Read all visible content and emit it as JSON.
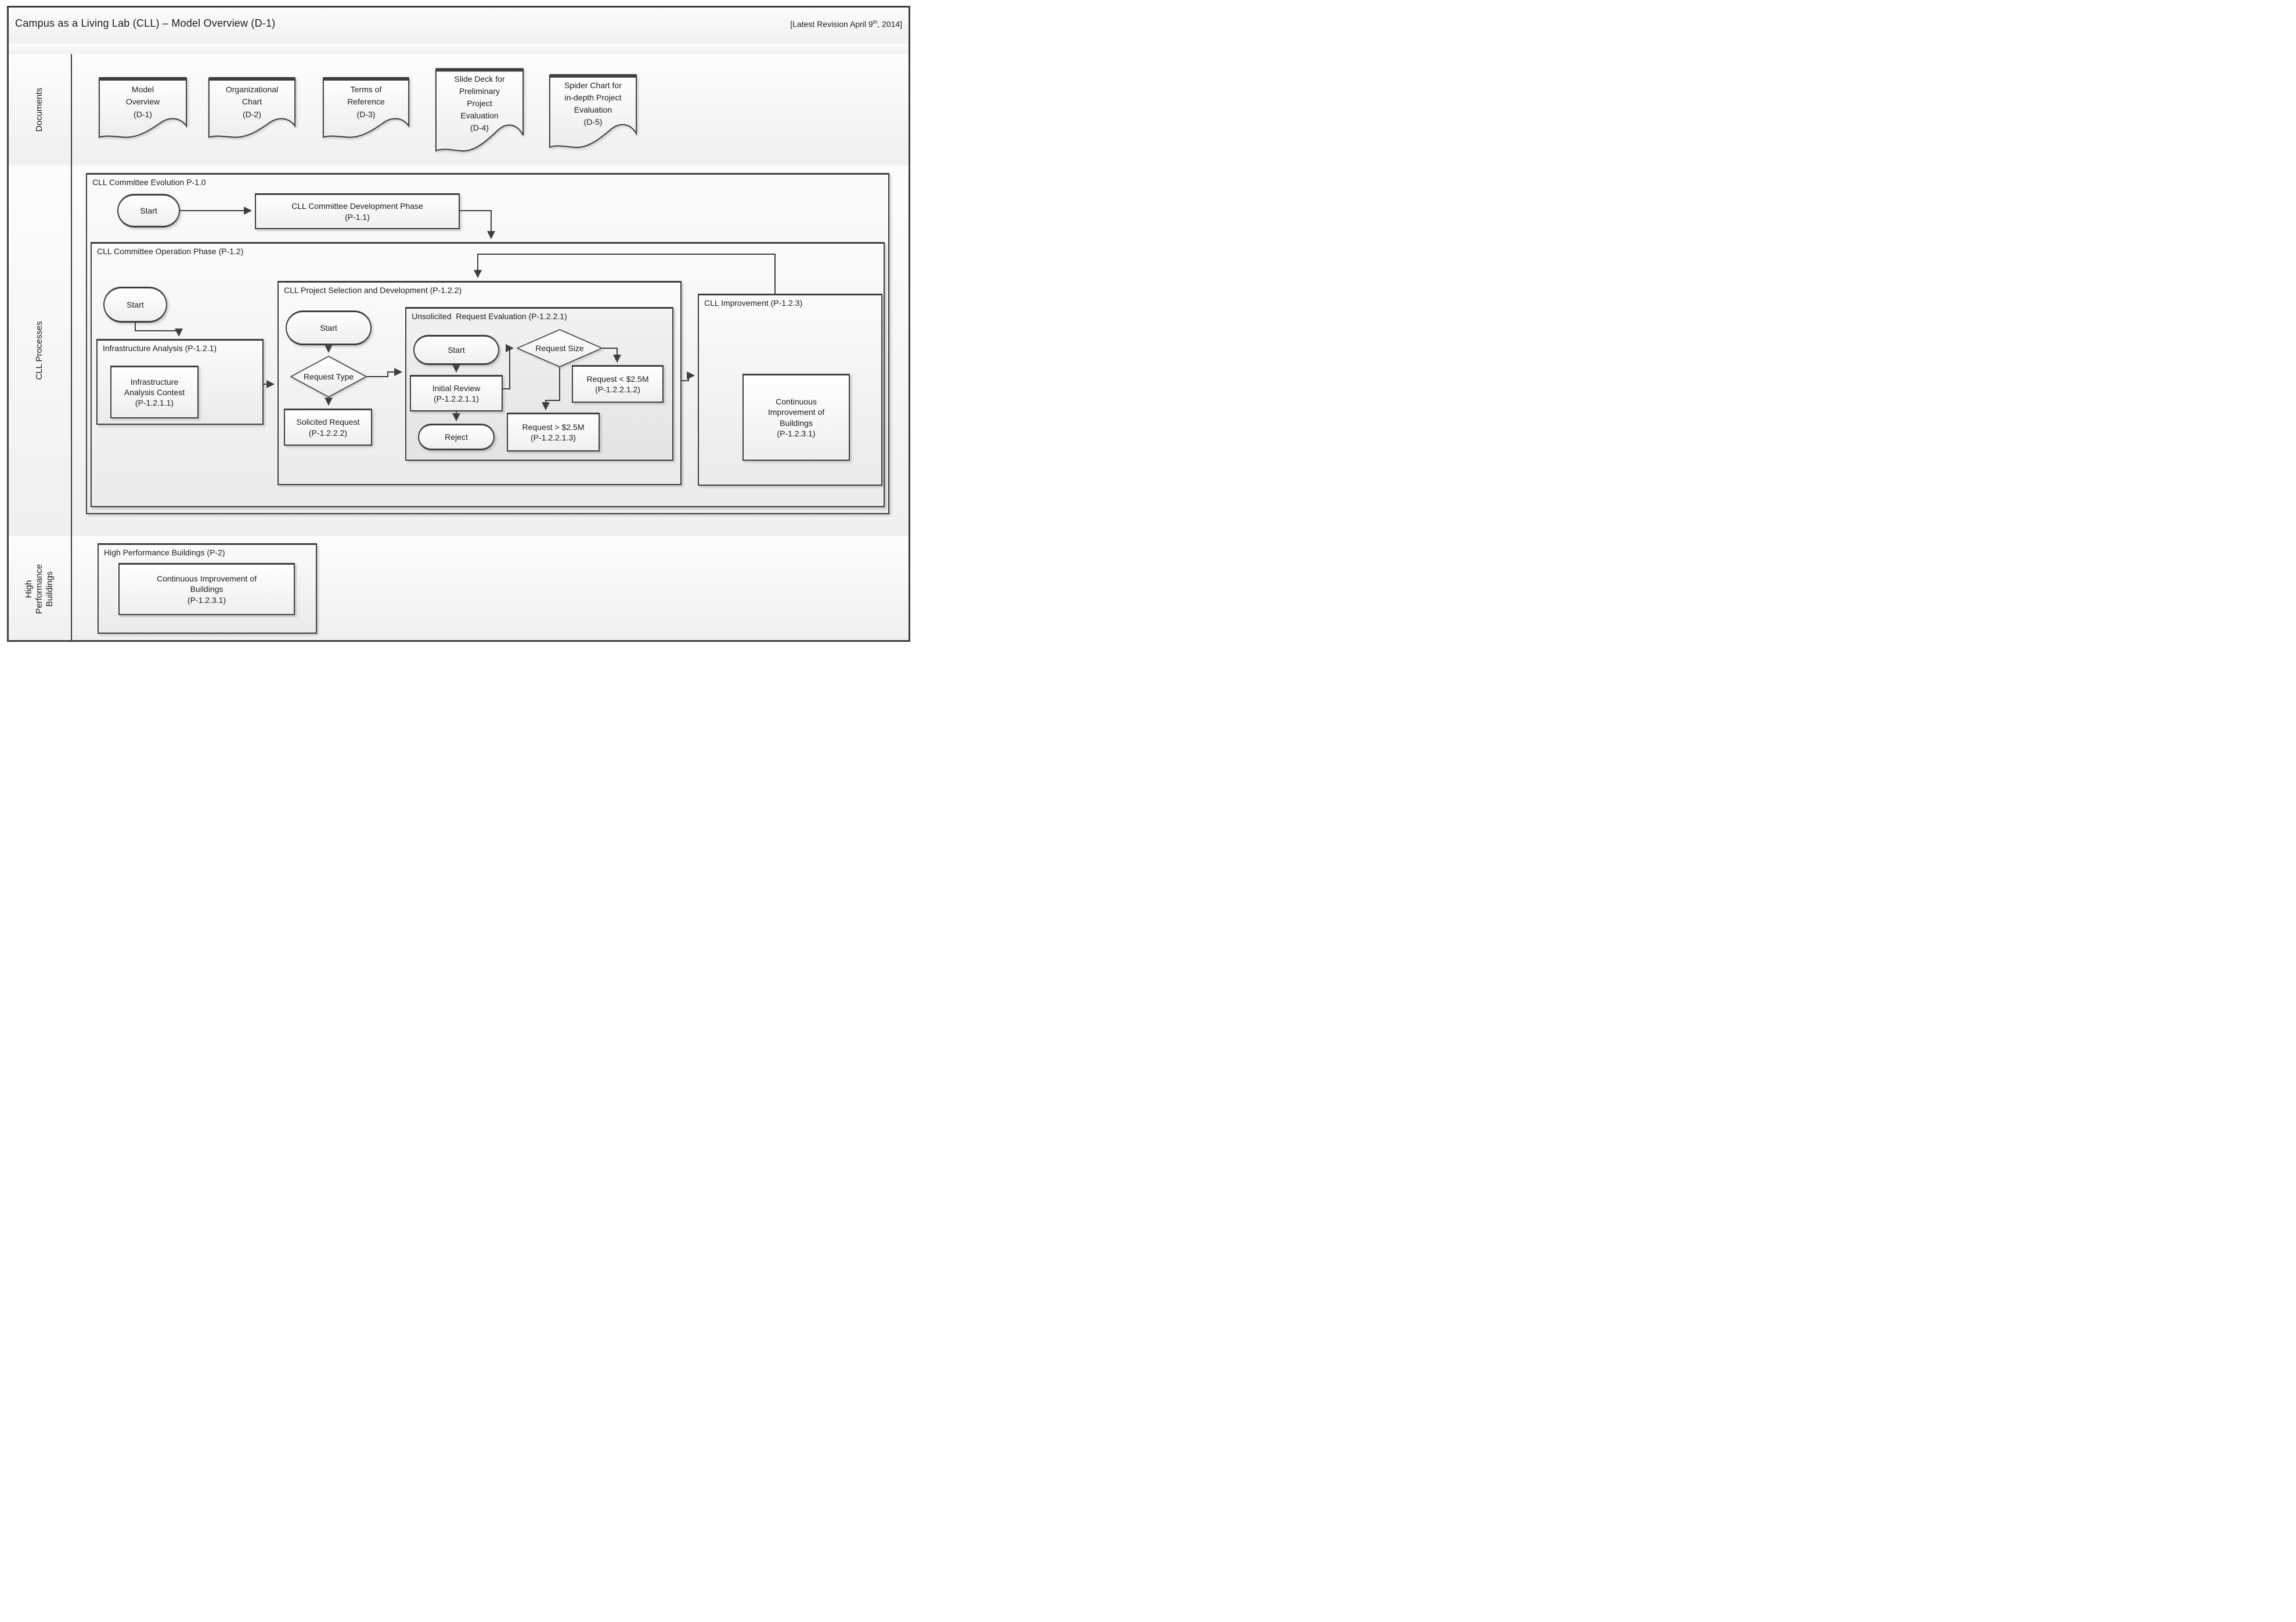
{
  "header": {
    "title": "Campus as a Living Lab (CLL) – Model Overview (D-1)",
    "revision_prefix": "[Latest Revision April 9",
    "revision_sup": "th",
    "revision_suffix": ", 2014]"
  },
  "sidebar": {
    "rows": [
      {
        "label": "Documents"
      },
      {
        "label": "CLL Processes"
      },
      {
        "label": "High\nPerformance\nBuildings"
      }
    ]
  },
  "documents": {
    "items": [
      {
        "label": "Model\nOverview\n(D-1)"
      },
      {
        "label": "Organizational\nChart\n(D-2)"
      },
      {
        "label": "Terms of\nReference\n(D-3)"
      },
      {
        "label": "Slide Deck for\nPreliminary\nProject\nEvaluation\n(D-4)"
      },
      {
        "label": "Spider Chart for\nin-depth Project\nEvaluation\n(D-5)"
      }
    ]
  },
  "processes": {
    "p10": {
      "label": "CLL Committee Evolution P-1.0",
      "start": "Start"
    },
    "p11": {
      "label": "CLL Committee Development Phase\n(P-1.1)"
    },
    "p12": {
      "label": "CLL Committee Operation Phase (P-1.2)",
      "start": "Start"
    },
    "p121": {
      "label": "Infrastructure Analysis (P-1.2.1)",
      "contest": "Infrastructure\nAnalysis Contest\n(P-1.2.1.1)"
    },
    "p122": {
      "label": "CLL Project Selection and Development (P-1.2.2)",
      "start": "Start",
      "request_type": "Request Type",
      "solicited": "Solicited Request\n(P-1.2.2.2)"
    },
    "p1221": {
      "label": "Unsolicited  Request Evaluation (P-1.2.2.1)",
      "start": "Start",
      "initial_review": "Initial Review\n(P-1.2.2.1.1)",
      "reject": "Reject",
      "request_size": "Request Size",
      "lt": "Request < $2.5M\n(P-1.2.2.1.2)",
      "gt": "Request > $2.5M\n(P-1.2.2.1.3)"
    },
    "p123": {
      "label": "CLL Improvement (P-1.2.3)",
      "cib": "Continuous\nImprovement of\nBuildings\n(P-1.2.3.1)"
    }
  },
  "hpb": {
    "p2": {
      "label": "High Performance Buildings (P-2)",
      "cib": "Continuous Improvement of\nBuildings\n(P-1.2.3.1)"
    }
  }
}
